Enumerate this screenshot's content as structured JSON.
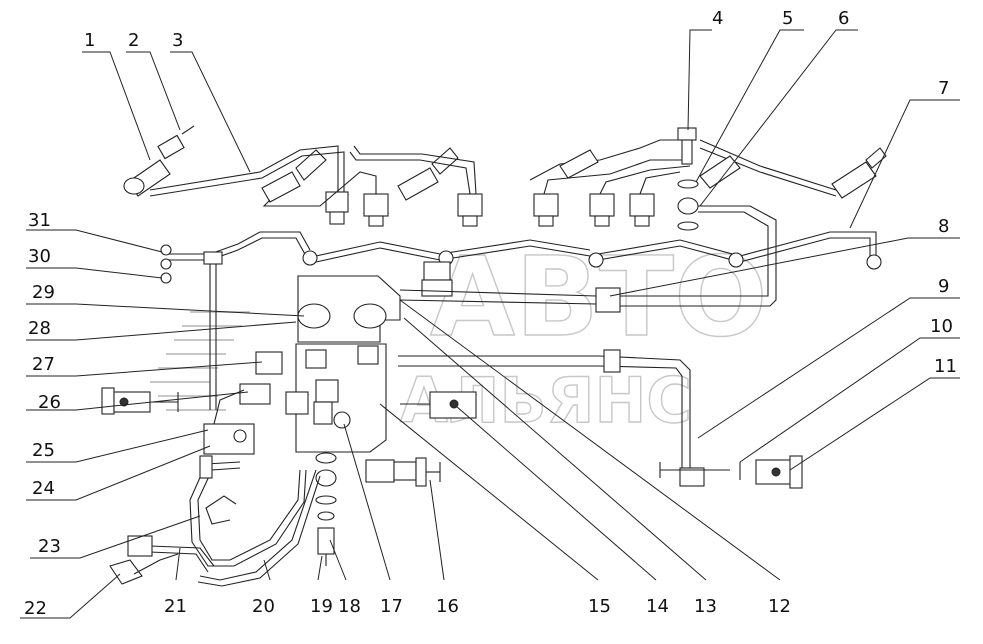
{
  "watermark": {
    "line1": "АВТО",
    "line2": "АЛЬЯНС"
  },
  "callouts": [
    {
      "id": "1",
      "label": "1"
    },
    {
      "id": "2",
      "label": "2"
    },
    {
      "id": "3",
      "label": "3"
    },
    {
      "id": "4",
      "label": "4"
    },
    {
      "id": "5",
      "label": "5"
    },
    {
      "id": "6",
      "label": "6"
    },
    {
      "id": "7",
      "label": "7"
    },
    {
      "id": "8",
      "label": "8"
    },
    {
      "id": "9",
      "label": "9"
    },
    {
      "id": "10",
      "label": "10"
    },
    {
      "id": "11",
      "label": "11"
    },
    {
      "id": "12",
      "label": "12"
    },
    {
      "id": "13",
      "label": "13"
    },
    {
      "id": "14",
      "label": "14"
    },
    {
      "id": "15",
      "label": "15"
    },
    {
      "id": "16",
      "label": "16"
    },
    {
      "id": "17",
      "label": "17"
    },
    {
      "id": "18",
      "label": "18"
    },
    {
      "id": "19",
      "label": "19"
    },
    {
      "id": "20",
      "label": "20"
    },
    {
      "id": "21",
      "label": "21"
    },
    {
      "id": "22",
      "label": "22"
    },
    {
      "id": "23",
      "label": "23"
    },
    {
      "id": "24",
      "label": "24"
    },
    {
      "id": "25",
      "label": "25"
    },
    {
      "id": "26",
      "label": "26"
    },
    {
      "id": "27",
      "label": "27"
    },
    {
      "id": "28",
      "label": "28"
    },
    {
      "id": "29",
      "label": "29"
    },
    {
      "id": "30",
      "label": "30"
    },
    {
      "id": "31",
      "label": "31"
    }
  ]
}
